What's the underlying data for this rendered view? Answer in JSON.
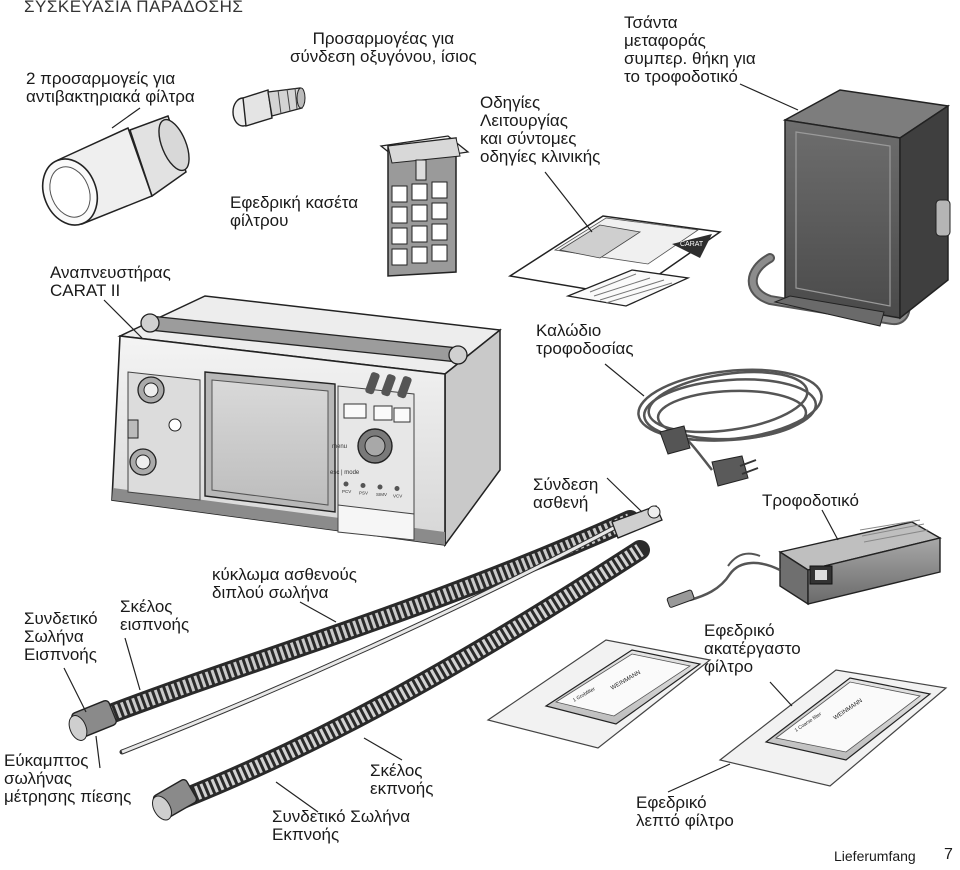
{
  "heading": "ΣΥΣΚΕΥΑΣΙΑ ΠΑΡΑΔΟΣΗΣ",
  "labels": {
    "filter_adapters": "2 προσαρμογείς για\nαντιβακτηριακά φίλτρα",
    "oxygen_adapter": "Προσαρμογέας για\nσύνδεση οξυγόνου, ίσιος",
    "manuals": "Οδηγίες\nΛειτουργίας\nκαι σύντομες\nοδηγίες κλινικής",
    "bag": "Τσάντα\nμεταφοράς\nσυμπερ. θήκη για\nτο τροφοδοτικό",
    "filter_cassette": "Εφεδρική κασέτα\nφίλτρου",
    "ventilator": "Αναπνευστήρας\nCARAT II",
    "power_cable": "Καλώδιο\nτροφοδοσίας",
    "patient_connection": "Σύνδεση\nασθενή",
    "power_supply": "Τροφοδοτικό",
    "inspiration_connector": "Συνδετικό\nΣωλήνα\nΕισπνοής",
    "inspiration_limb": "Σκέλος\nεισπνοής",
    "dual_circuit": "κύκλωμα ασθενούς\nδιπλού σωλήνα",
    "coarse_filter": "Εφεδρικό\nακατέργαστο\nφίλτρο",
    "pressure_tube": "Εύκαμπτος\nσωλήνας\nμέτρησης πίεσης",
    "expiration_limb": "Σκέλος\nεκπνοής",
    "expiration_connector": "Συνδετικό Σωλήνα\nΕκπνοής",
    "fine_filter": "Εφεδρικό\nλεπτό φίλτρο"
  },
  "device": {
    "menu_label": "menu",
    "esc_label": "esc | mode",
    "led_labels": [
      "PCV",
      "PSV",
      "SIMV",
      "VCV"
    ]
  },
  "packages": {
    "brand": "WEINMANN",
    "line1": "1 Grobfilter",
    "line2": "1 Coarse filter"
  },
  "manual_brand": "CARAT",
  "footer": {
    "section": "Lieferumfang",
    "page": "7"
  }
}
